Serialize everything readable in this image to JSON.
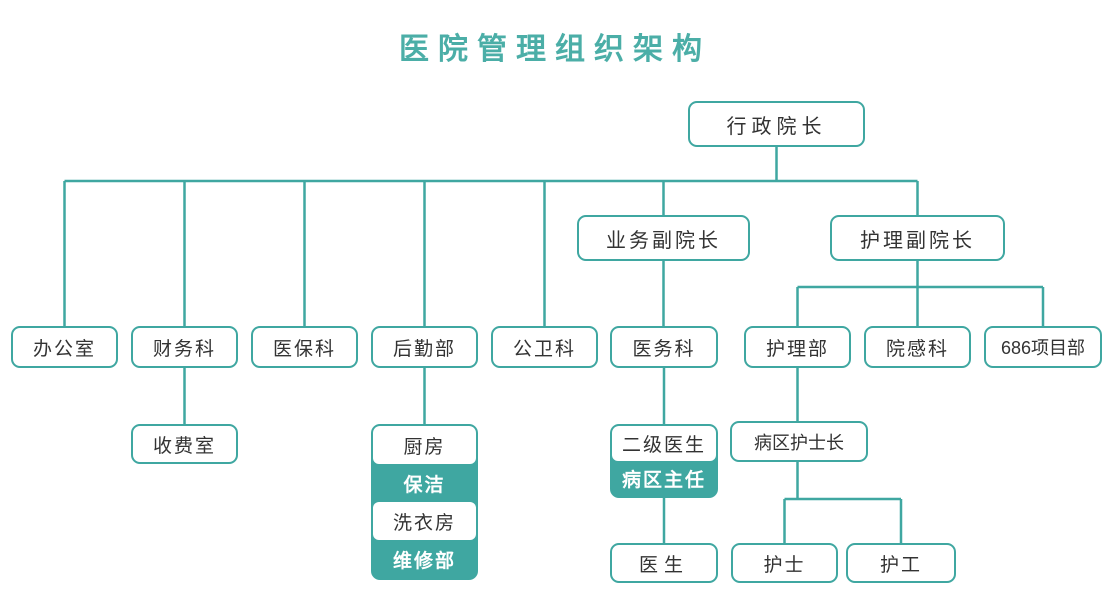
{
  "title": "医院管理组织架构",
  "colors": {
    "accent": "#3FA7A1",
    "title": "#4BAEA7",
    "text": "#333333",
    "filled_cell_text": "#FFFFFF"
  },
  "nodes": {
    "admin_dean": {
      "label": "行政院长",
      "parent": null,
      "variant": "outline"
    },
    "business_vice_dean": {
      "label": "业务副院长",
      "parent": "admin_dean",
      "variant": "outline"
    },
    "nursing_vice_dean": {
      "label": "护理副院长",
      "parent": "admin_dean",
      "variant": "outline"
    },
    "office": {
      "label": "办公室",
      "parent": "admin_dean",
      "variant": "outline"
    },
    "finance": {
      "label": "财务科",
      "parent": "admin_dean",
      "variant": "outline"
    },
    "medical_insurance": {
      "label": "医保科",
      "parent": "admin_dean",
      "variant": "outline"
    },
    "logistics": {
      "label": "后勤部",
      "parent": "admin_dean",
      "variant": "outline"
    },
    "public_health": {
      "label": "公卫科",
      "parent": "admin_dean",
      "variant": "outline"
    },
    "medical_affairs": {
      "label": "医务科",
      "parent": "business_vice_dean",
      "variant": "outline"
    },
    "nursing_dept": {
      "label": "护理部",
      "parent": "nursing_vice_dean",
      "variant": "outline"
    },
    "infection_control": {
      "label": "院感科",
      "parent": "nursing_vice_dean",
      "variant": "outline"
    },
    "project_686": {
      "label": "686项目部",
      "parent": "nursing_vice_dean",
      "variant": "outline"
    },
    "fee_room": {
      "label": "收费室",
      "parent": "finance",
      "variant": "outline"
    },
    "kitchen": {
      "label": "厨房",
      "parent": "logistics",
      "variant": "stack-white"
    },
    "cleaning": {
      "label": "保洁",
      "parent": "logistics",
      "variant": "stack-teal"
    },
    "laundry": {
      "label": "洗衣房",
      "parent": "logistics",
      "variant": "stack-white"
    },
    "maintenance": {
      "label": "维修部",
      "parent": "logistics",
      "variant": "stack-teal"
    },
    "second_level_doctor": {
      "label": "二级医生",
      "parent": "medical_affairs",
      "variant": "stack-white"
    },
    "ward_director": {
      "label": "病区主任",
      "parent": "medical_affairs",
      "variant": "stack-teal"
    },
    "ward_head_nurse": {
      "label": "病区护士长",
      "parent": "nursing_dept",
      "variant": "outline"
    },
    "doctor": {
      "label": "医生",
      "parent": "ward_director",
      "variant": "outline"
    },
    "nurse": {
      "label": "护士",
      "parent": "ward_head_nurse",
      "variant": "outline"
    },
    "care_worker": {
      "label": "护工",
      "parent": "ward_head_nurse",
      "variant": "outline"
    }
  }
}
